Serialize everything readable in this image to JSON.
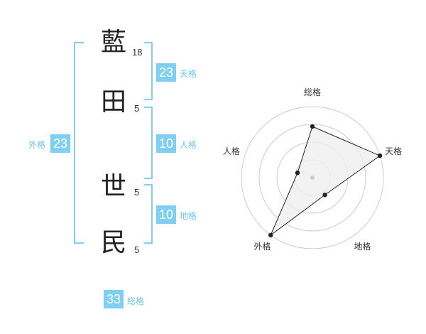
{
  "name": {
    "chars": [
      {
        "char": "藍",
        "strokes": "18"
      },
      {
        "char": "田",
        "strokes": "5"
      },
      {
        "char": "世",
        "strokes": "5"
      },
      {
        "char": "民",
        "strokes": "5"
      }
    ]
  },
  "kakusu": {
    "tenkaku": {
      "value": "23",
      "label": "天格"
    },
    "jinkaku": {
      "value": "10",
      "label": "人格"
    },
    "chikaku": {
      "value": "10",
      "label": "地格"
    },
    "gaikaku": {
      "value": "23",
      "label": "外格"
    },
    "soukaku": {
      "value": "33",
      "label": "総格"
    }
  },
  "colors": {
    "accent": "#7fcff3",
    "label": "#6ec5ee",
    "line": "#222222",
    "fill": "#efefef"
  },
  "chart_data": {
    "type": "radar",
    "axes": [
      "総格",
      "天格",
      "地格",
      "外格",
      "人格"
    ],
    "values": [
      0.72,
      1.0,
      0.3,
      1.0,
      0.22
    ],
    "rings": 4
  }
}
